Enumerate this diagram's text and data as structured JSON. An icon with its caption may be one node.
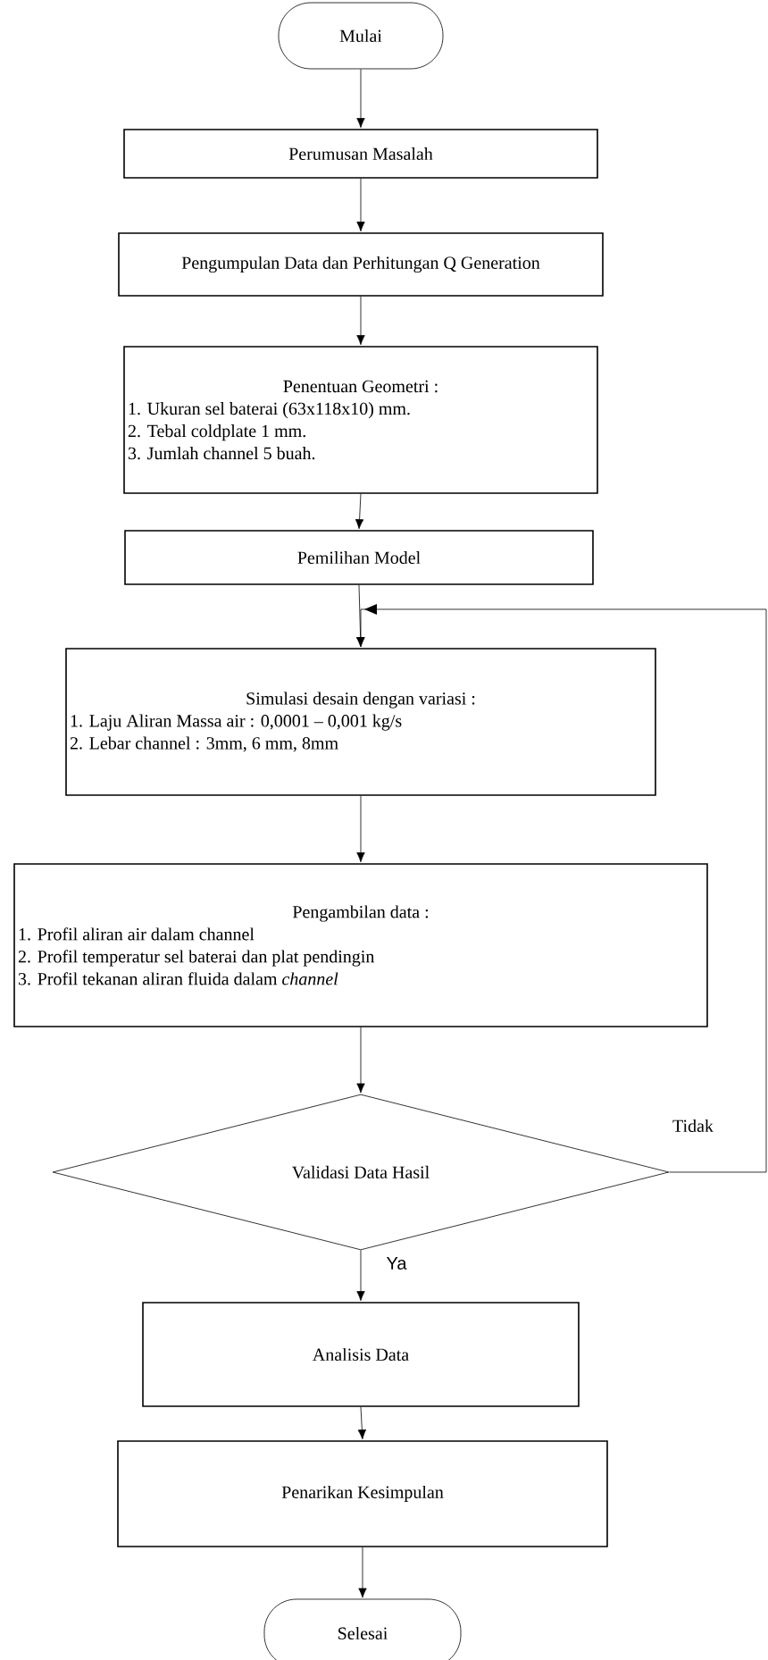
{
  "diagram": {
    "nodes": [
      {
        "text": [
          "Mulai"
        ]
      },
      {
        "text": [
          "Perumusan Masalah"
        ]
      },
      {
        "text": [
          "Pengumpulan Data dan Perhitungan Q Generation"
        ]
      },
      {
        "text": [
          "Penentuan Geometri :",
          "1. Ukuran sel baterai (63x118x10) mm.",
          "2. Tebal coldplate 1 mm.",
          "3. Jumlah channel 5 buah."
        ]
      },
      {
        "text": [
          "Pemilihan Model"
        ]
      },
      {
        "text": [
          "Simulasi desain dengan variasi :",
          "1. Laju Aliran Massa air : 0,0001 – 0,001 kg/s",
          "2. Lebar channel : 3mm, 6 mm, 8mm"
        ]
      },
      {
        "text": [
          "Pengambilan data :",
          "1. Profil aliran air dalam channel",
          "2. Profil temperatur sel baterai dan plat pendingin",
          "3. Profil tekanan aliran fluida dalam *channel*"
        ]
      },
      {
        "text": [
          "Validasi Data Hasil"
        ]
      },
      {
        "text": [
          "Analisis Data"
        ]
      },
      {
        "text": [
          "Penarikan Kesimpulan"
        ]
      },
      {
        "text": [
          "Selesai"
        ]
      }
    ],
    "edges": [
      {
        "from": 0,
        "to": 1,
        "arrow": "to"
      },
      {
        "from": 1,
        "to": 2,
        "arrow": "to"
      },
      {
        "from": 2,
        "to": 3,
        "arrow": "to"
      },
      {
        "from": 3,
        "to": 4,
        "arrow": "to"
      },
      {
        "from": 4,
        "to": 5,
        "arrow": "to"
      },
      {
        "from": 5,
        "to": 6,
        "arrow": "to"
      },
      {
        "from": 6,
        "to": 7,
        "arrow": "to"
      },
      {
        "from": 7,
        "to": 8,
        "arrow": "to",
        "label": "Ya"
      },
      {
        "from": 8,
        "to": 9,
        "arrow": "to"
      },
      {
        "from": 9,
        "to": 10,
        "arrow": "to"
      },
      {
        "from": 7,
        "to": 5,
        "arrow": "to",
        "label": "Tidak"
      }
    ]
  }
}
